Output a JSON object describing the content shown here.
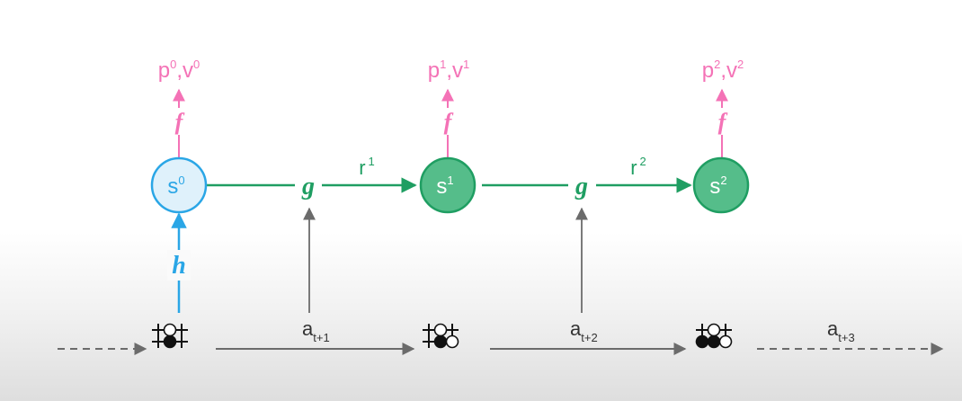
{
  "colors": {
    "representation": "#2aa6e6",
    "dynamics": "#1f9e62",
    "prediction": "#f472b6",
    "action": "#7a7a7a",
    "timeline": "#6b6b6b",
    "state_fill_blue": "#dff1fb",
    "state_fill_green": "#55bd8a"
  },
  "functions": {
    "representation": "h",
    "dynamics": "g",
    "prediction": "f"
  },
  "states": [
    {
      "base": "s",
      "sup": "0",
      "style": "representation"
    },
    {
      "base": "s",
      "sup": "1",
      "style": "dynamics"
    },
    {
      "base": "s",
      "sup": "2",
      "style": "dynamics"
    }
  ],
  "predictions": [
    {
      "p": "p",
      "p_sup": "0",
      "v": "v",
      "v_sup": "0",
      "sep": ","
    },
    {
      "p": "p",
      "p_sup": "1",
      "v": "v",
      "v_sup": "1",
      "sep": ","
    },
    {
      "p": "p",
      "p_sup": "2",
      "v": "v",
      "v_sup": "2",
      "sep": ","
    }
  ],
  "rewards": [
    {
      "base": "r",
      "sup": "1"
    },
    {
      "base": "r",
      "sup": "2"
    }
  ],
  "actions": [
    {
      "base": "a",
      "sub": "t+1"
    },
    {
      "base": "a",
      "sub": "t+2"
    },
    {
      "base": "a",
      "sub": "t+3"
    }
  ],
  "boards": [
    {
      "stones": [
        {
          "c": 1,
          "r": 0,
          "color": "white"
        },
        {
          "c": 1,
          "r": 1,
          "color": "black"
        }
      ]
    },
    {
      "stones": [
        {
          "c": 1,
          "r": 0,
          "color": "white"
        },
        {
          "c": 1,
          "r": 1,
          "color": "black"
        },
        {
          "c": 2,
          "r": 1,
          "color": "white"
        }
      ]
    },
    {
      "stones": [
        {
          "c": 1,
          "r": 0,
          "color": "white"
        },
        {
          "c": 0,
          "r": 1,
          "color": "black"
        },
        {
          "c": 1,
          "r": 1,
          "color": "black"
        },
        {
          "c": 2,
          "r": 1,
          "color": "white"
        }
      ]
    }
  ]
}
